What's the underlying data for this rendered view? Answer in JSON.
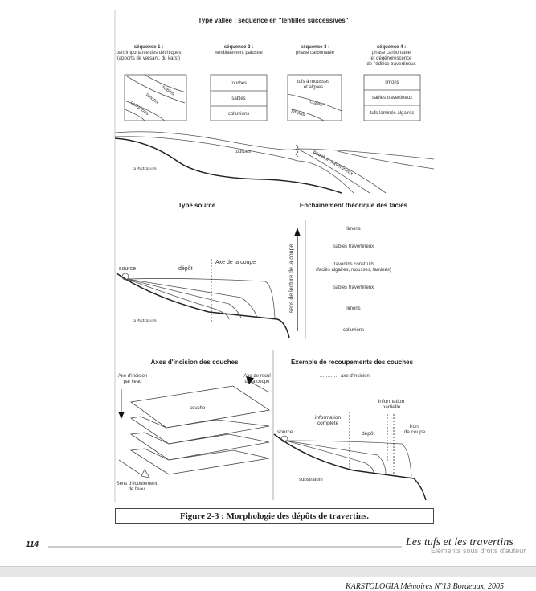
{
  "figure": {
    "title_vallee": "Type vallée : séquence en \"lentilles successives\"",
    "sequences": [
      {
        "title": "séquence 1 :",
        "desc": [
          "part importante des détritiques",
          "(apports de versant, du karst)"
        ],
        "layers": [
          "sables",
          "limons",
          "colluvions"
        ]
      },
      {
        "title": "séquence 2 :",
        "desc": [
          "remblaiement palustre"
        ],
        "layers": [
          "tourbes",
          "sables",
          "colluvions"
        ]
      },
      {
        "title": "séquence 3 :",
        "desc": [
          "phase carbonatée"
        ],
        "layers": [
          "tufs à mousses",
          "et algues",
          "\"craies\"",
          "limons"
        ]
      },
      {
        "title": "séquence 4 :",
        "desc": [
          "phase carbonatée",
          "et dégénérescence",
          "de l'édifice travertineux"
        ],
        "layers": [
          "limons",
          "sables travertineux",
          "tufs laminés algaires"
        ]
      }
    ],
    "valley_labels": {
      "tourbes": "tourbes",
      "bouchon": "bouchon travertineux",
      "substratum": "substratum"
    },
    "title_source": "Type source",
    "source_labels": {
      "source": "source",
      "depot": "dépôt",
      "axe": "Axe de la coupe",
      "substratum": "substratum"
    },
    "title_facies": "Enchaînement théorique des faciès",
    "arrow_label": "sens de lecture de la coupe",
    "facies": [
      "limons",
      "sables travertineux",
      "travertins construits",
      "(faciès algaires, mousses, lamines)",
      "sables travertineux",
      "limons",
      "colluvions"
    ],
    "title_axes": "Axes d'incision des couches",
    "axes_labels": {
      "incision": [
        "Axe d'incision",
        "par l'eau"
      ],
      "recul": [
        "Axe de recul",
        "de la coupe"
      ],
      "couche": "couche",
      "ecoulement": [
        "Sens d'écoulement",
        "de l'eau"
      ]
    },
    "title_exemple": "Exemple de recoupements des couches",
    "exemple_labels": {
      "legend": "axe d'incision",
      "complete": [
        "information",
        "complète"
      ],
      "partielle": [
        "information",
        "partielle"
      ],
      "depot": "dépôt",
      "front": [
        "front",
        "de coupe"
      ],
      "source": "source",
      "substratum": "substratum"
    },
    "caption": "Figure 2-3 : Morphologie des dépôts de travertins."
  },
  "page": {
    "number": "114",
    "running_title": "Les tufs et les travertins",
    "watermark": "Eléments sous droits d'auteur",
    "footer": "KARSTOLOGIA Mémoires N°13 Bordeaux, 2005"
  }
}
